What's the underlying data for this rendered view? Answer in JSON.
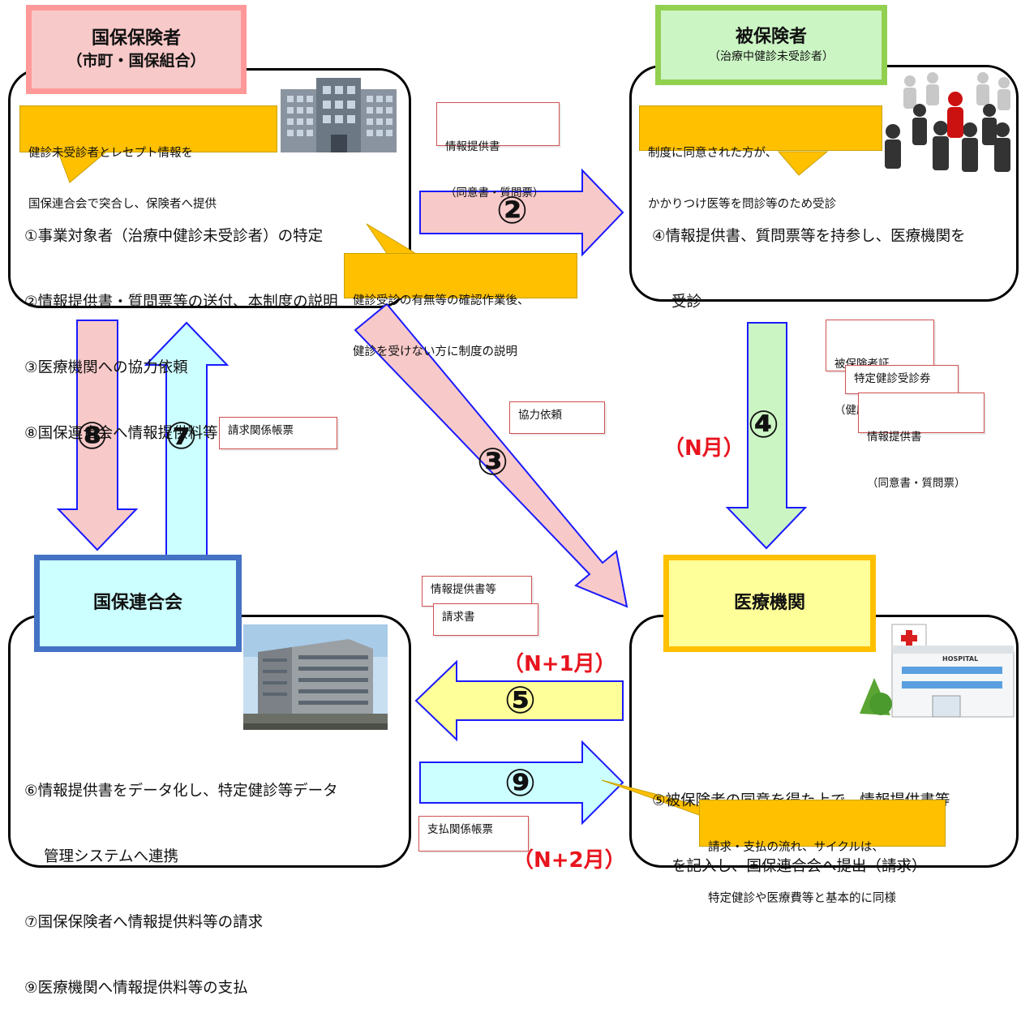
{
  "insurer": {
    "title": "国保保険者",
    "subtitle": "（市町・国保組合）",
    "callout": [
      "健診未受診者とレセプト情報を",
      "国保連合会で突合し、保険者へ提供"
    ],
    "lines": [
      "①事業対象者（治療中健診未受診者）の特定",
      "②情報提供書・質問票等の送付、本制度の説明",
      "③医療機関への協力依頼",
      "⑧国保連合会へ情報提供料等の支払"
    ],
    "callout2": [
      "健診受診の有無等の確認作業後、",
      "健診を受けない方に制度の説明"
    ]
  },
  "insured": {
    "title": "被保険者",
    "subtitle": "（治療中健診未受診者）",
    "callout": [
      "制度に同意された方が、",
      "かかりつけ医等を問診等のため受診"
    ],
    "lines": [
      "④情報提供書、質問票等を持参し、医療機関を",
      "受診"
    ]
  },
  "federation": {
    "title": "国保連合会",
    "lines": [
      "⑥情報提供書をデータ化し、特定健診等データ",
      "管理システムへ連携",
      "⑦国保保険者へ情報提供料等の請求",
      "⑨医療機関へ情報提供料等の支払"
    ]
  },
  "hospital": {
    "title": "医療機関",
    "lines": [
      "⑤被保険者の同意を得た上で、情報提供書等",
      "を記入し、国保連合会へ提出（請求）"
    ],
    "callout": [
      "請求・支払の流れ、サイクルは、",
      "特定健診や医療費等と基本的に同様"
    ],
    "sign": "HOSPITAL"
  },
  "docs": {
    "info_form": [
      "情報提供書",
      "（同意書・質問票）"
    ],
    "billing_forms": "請求関係帳票",
    "cooperation": "協力依頼",
    "insured_card": [
      "被保険者証",
      "（健康保険証）"
    ],
    "checkup_ticket": "特定健診受診券",
    "info_form2": [
      "情報提供書",
      "（同意書・質問票）"
    ],
    "info_etc": "情報提供書等",
    "invoice": "請求書",
    "payment_forms": "支払関係帳票"
  },
  "labels": {
    "n_month": "（N月）",
    "n1_month": "（N+1月）",
    "n2_month": "（N+2月）"
  },
  "steps": {
    "s2": "②",
    "s3": "③",
    "s4": "④",
    "s5": "⑤",
    "s7": "⑦",
    "s8": "⑧",
    "s9": "⑨"
  },
  "colors": {
    "pink": "#f8c9c9",
    "cyan": "#ccffff",
    "green": "#ccf5c4",
    "yellow": "#ffff99",
    "arrow_border": "#1a1aff",
    "callout": "#ffc000",
    "red_text": "#e8141e"
  }
}
